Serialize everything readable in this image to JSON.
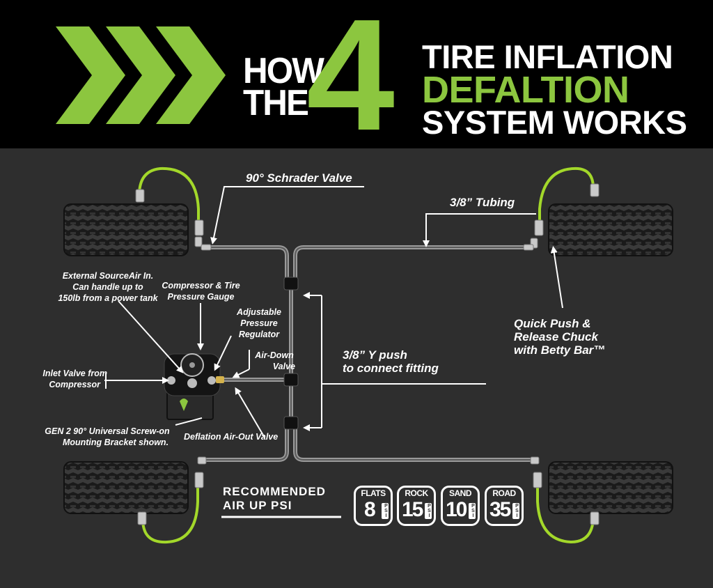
{
  "header": {
    "how": "HOW",
    "the": "THE",
    "four": "4",
    "line1": "TIRE INFLATION",
    "line2": "DEFALTION",
    "line3": "SYSTEM WORKS"
  },
  "labels": {
    "schrader": "90° Schrader Valve",
    "tubing": "3/8” Tubing",
    "external_source_1": "External SourceAir In.",
    "external_source_2": "Can handle up to",
    "external_source_3": "150lb from a power tank",
    "compressor_1": "Compressor & Tire",
    "compressor_2": "Pressure Gauge",
    "regulator_1": "Adjustable",
    "regulator_2": "Pressure",
    "regulator_3": "Regulator",
    "airdown_1": "Air-Down",
    "airdown_2": "Valve",
    "inlet_1": "Inlet Valve from",
    "inlet_2": "Compressor",
    "gen2_1": "GEN 2 90° Universal Screw-on",
    "gen2_2": "Mounting Bracket shown.",
    "deflation": "Deflation Air-Out Valve",
    "ypush_1": "3/8” Y push",
    "ypush_2": "to connect fitting",
    "chuck_1": "Quick Push &",
    "chuck_2": "Release Chuck",
    "chuck_3": "with Betty Bar™"
  },
  "recommended": {
    "line1": "RECOMMENDED",
    "line2": "AIR UP PSI",
    "unit": "PSI",
    "items": [
      {
        "label": "FLATS",
        "value": "8"
      },
      {
        "label": "ROCK",
        "value": "15"
      },
      {
        "label": "SAND",
        "value": "10"
      },
      {
        "label": "ROAD",
        "value": "35"
      }
    ]
  },
  "colors": {
    "accent": "#8cc63f",
    "header_bg": "#000000",
    "body_bg": "#2e2e2e",
    "tubing": "#9a9a9a",
    "hose": "#a3d82a"
  },
  "icons": [
    "chevron-right-icon",
    "tire-icon",
    "valve-icon",
    "gauge-icon",
    "fitting-icon"
  ]
}
